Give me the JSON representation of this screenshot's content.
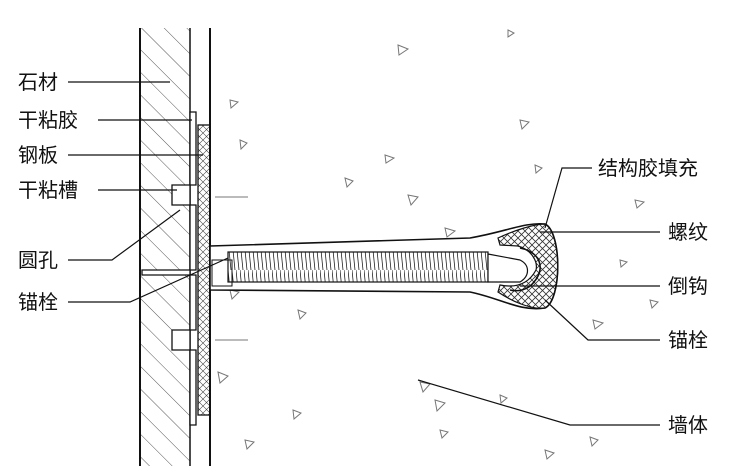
{
  "labels_left": [
    {
      "key": "stone",
      "text": "石材"
    },
    {
      "key": "dry_adhesive",
      "text": "干粘胶"
    },
    {
      "key": "steel_plate",
      "text": "钢板"
    },
    {
      "key": "dry_groove",
      "text": "干粘槽"
    },
    {
      "key": "round_hole",
      "text": "圆孔"
    },
    {
      "key": "anchor_left",
      "text": "锚栓"
    }
  ],
  "labels_right": [
    {
      "key": "structural_glue_fill",
      "text": "结构胶填充"
    },
    {
      "key": "thread",
      "text": "螺纹"
    },
    {
      "key": "barb_hook",
      "text": "倒钩"
    },
    {
      "key": "anchor_right",
      "text": "锚栓"
    },
    {
      "key": "wall",
      "text": "墙体"
    }
  ],
  "colors": {
    "line": "#111111",
    "hatch": "#444444",
    "aggregate": "#777777",
    "background": "#ffffff"
  }
}
